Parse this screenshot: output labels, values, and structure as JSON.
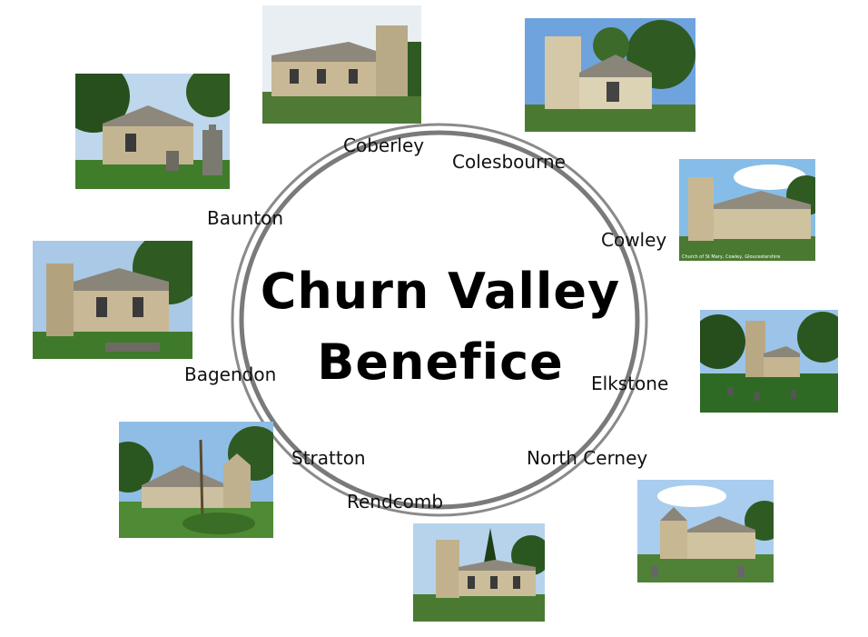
{
  "title": {
    "line1": "Churn Valley",
    "line2": "Benefice"
  },
  "parishes": [
    {
      "name": "Coberley",
      "icon": "church-photo-coberley"
    },
    {
      "name": "Colesbourne",
      "icon": "church-photo-colesbourne"
    },
    {
      "name": "Cowley",
      "icon": "church-photo-cowley"
    },
    {
      "name": "Elkstone",
      "icon": "church-photo-elkstone"
    },
    {
      "name": "North Cerney",
      "icon": "church-photo-north-cerney"
    },
    {
      "name": "Rendcomb",
      "icon": "church-photo-rendcomb"
    },
    {
      "name": "Stratton",
      "icon": "church-photo-stratton"
    },
    {
      "name": "Bagendon",
      "icon": "church-photo-bagendon"
    },
    {
      "name": "Baunton",
      "icon": "church-photo-baunton"
    }
  ],
  "photo_caption_cowley": "Church of St Mary, Cowley, Gloucestershire",
  "colors": {
    "ring": "#7a7a7a",
    "sky": "#7fb2e5",
    "grass": "#3f7d2a",
    "stone": "#c9b896",
    "roof": "#8e887c",
    "foliage": "#2f5a22"
  }
}
